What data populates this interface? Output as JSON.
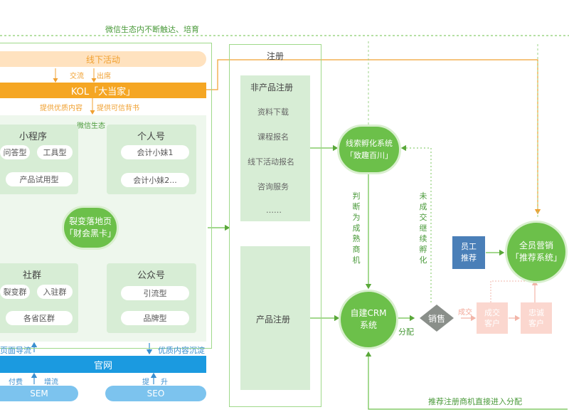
{
  "top_loop_label": "微信生态内不断触达、培育",
  "left": {
    "offline_event": "线下活动",
    "exchange": "交流",
    "appear": "出席",
    "kol": "KOL「大当家」",
    "quality_content": "提供优质内容",
    "credibility": "提供可信背书",
    "wechat_ecosystem": "微信生态",
    "mini_program": {
      "title": "小程序",
      "items": [
        "问答型",
        "工具型",
        "产品试用型"
      ]
    },
    "personal": {
      "title": "个人号",
      "items": [
        "会计小妹1",
        "会计小妹2..."
      ]
    },
    "landing": [
      "裂变落地页",
      "「财会黑卡」"
    ],
    "community": {
      "title": "社群",
      "items": [
        "裂变群",
        "入驻群",
        "各省区群"
      ]
    },
    "official_account": {
      "title": "公众号",
      "items": [
        "引流型",
        "品牌型"
      ]
    },
    "page_guide": "页面导流",
    "content_sink": "优质内容沉淀",
    "website": "官网",
    "paid": "付费",
    "traffic": "增流",
    "promote": "提",
    "rise": "升",
    "sem": "SEM",
    "seo": "SEO"
  },
  "register": {
    "title": "注册",
    "non_product_title": "非产品注册",
    "non_product_items": [
      "资料下载",
      "课程报名",
      "线下活动报名",
      "咨询服务",
      "……"
    ],
    "product": "产品注册"
  },
  "right": {
    "lead_system": [
      "线索孵化系统",
      "「致趣百川」"
    ],
    "judge_mature": "判断为成熟商机",
    "not_closed": "未成交继续孵化",
    "crm": [
      "自建CRM",
      "系统"
    ],
    "distribute": "分配",
    "sales": "销售",
    "closed": "成交",
    "deal_customer": [
      "成交",
      "客户"
    ],
    "loyal_customer": [
      "忠诚",
      "客户"
    ],
    "employee": [
      "员工",
      "推荐"
    ],
    "all_staff": [
      "全员营销",
      "「推荐系统」"
    ],
    "bottom_label": "推荐注册商机直接进入分配"
  }
}
